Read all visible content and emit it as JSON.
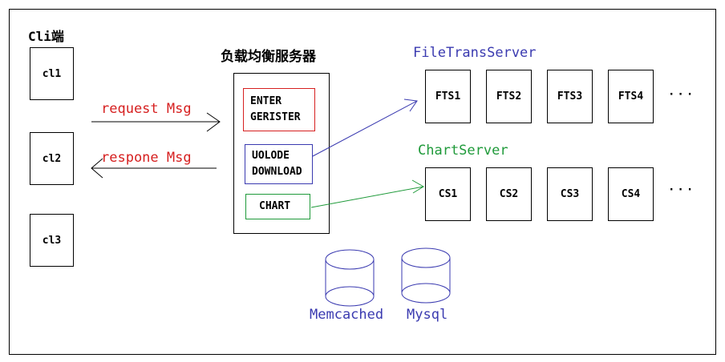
{
  "clients": {
    "title": "Cli端",
    "items": [
      "cl1",
      "cl2",
      "cl3"
    ]
  },
  "messages": {
    "request": "request Msg",
    "response": "respone Msg"
  },
  "load_balancer": {
    "title": "负载均衡服务器",
    "modules": [
      {
        "line1": "ENTER",
        "line2": "GERISTER",
        "border_color": "#d62020"
      },
      {
        "line1": "UOLODE",
        "line2": "DOWNLOAD",
        "border_color": "#3a3ab0"
      },
      {
        "line1": "CHART",
        "line2": "",
        "border_color": "#1f9a3a"
      }
    ]
  },
  "file_trans_server": {
    "title": "FileTransServer",
    "title_color": "#3a3ab0",
    "nodes": [
      "FTS1",
      "FTS2",
      "FTS3",
      "FTS4"
    ],
    "more": "···"
  },
  "chart_server": {
    "title": "ChartServer",
    "title_color": "#1f9a3a",
    "nodes": [
      "CS1",
      "CS2",
      "CS3",
      "CS4"
    ],
    "more": "···"
  },
  "databases": [
    {
      "label": "Memcached",
      "color": "#3a3ab0"
    },
    {
      "label": "Mysql",
      "color": "#3a3ab0"
    }
  ]
}
